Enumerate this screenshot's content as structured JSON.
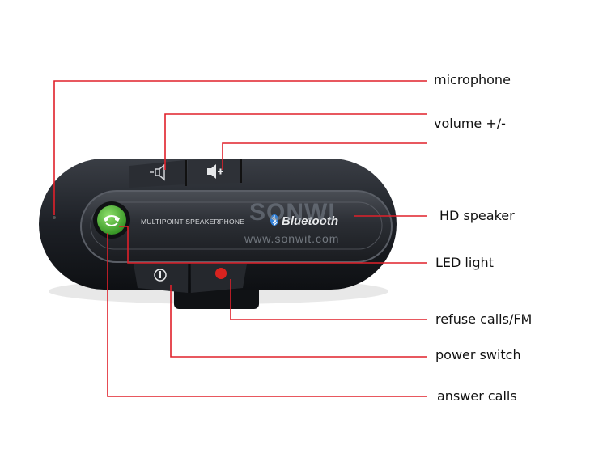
{
  "device": {
    "model_text": "MULTIPOINT SPEAKERPHONE",
    "bluetooth_text": "Bluetooth"
  },
  "watermark": {
    "brand": "SONWI",
    "url": "www.sonwit.com"
  },
  "callouts": {
    "microphone": "microphone",
    "volume": "volume +/-",
    "hd_speaker": "HD speaker",
    "led_light": "LED light",
    "refuse_calls": "refuse calls/FM",
    "power_switch": "power switch",
    "answer_calls": "answer calls"
  },
  "colors": {
    "leader_line": "#e0202a",
    "device_body": "#1c1f24",
    "answer_button": "#3fae2a",
    "refuse_button": "#d8231f"
  }
}
